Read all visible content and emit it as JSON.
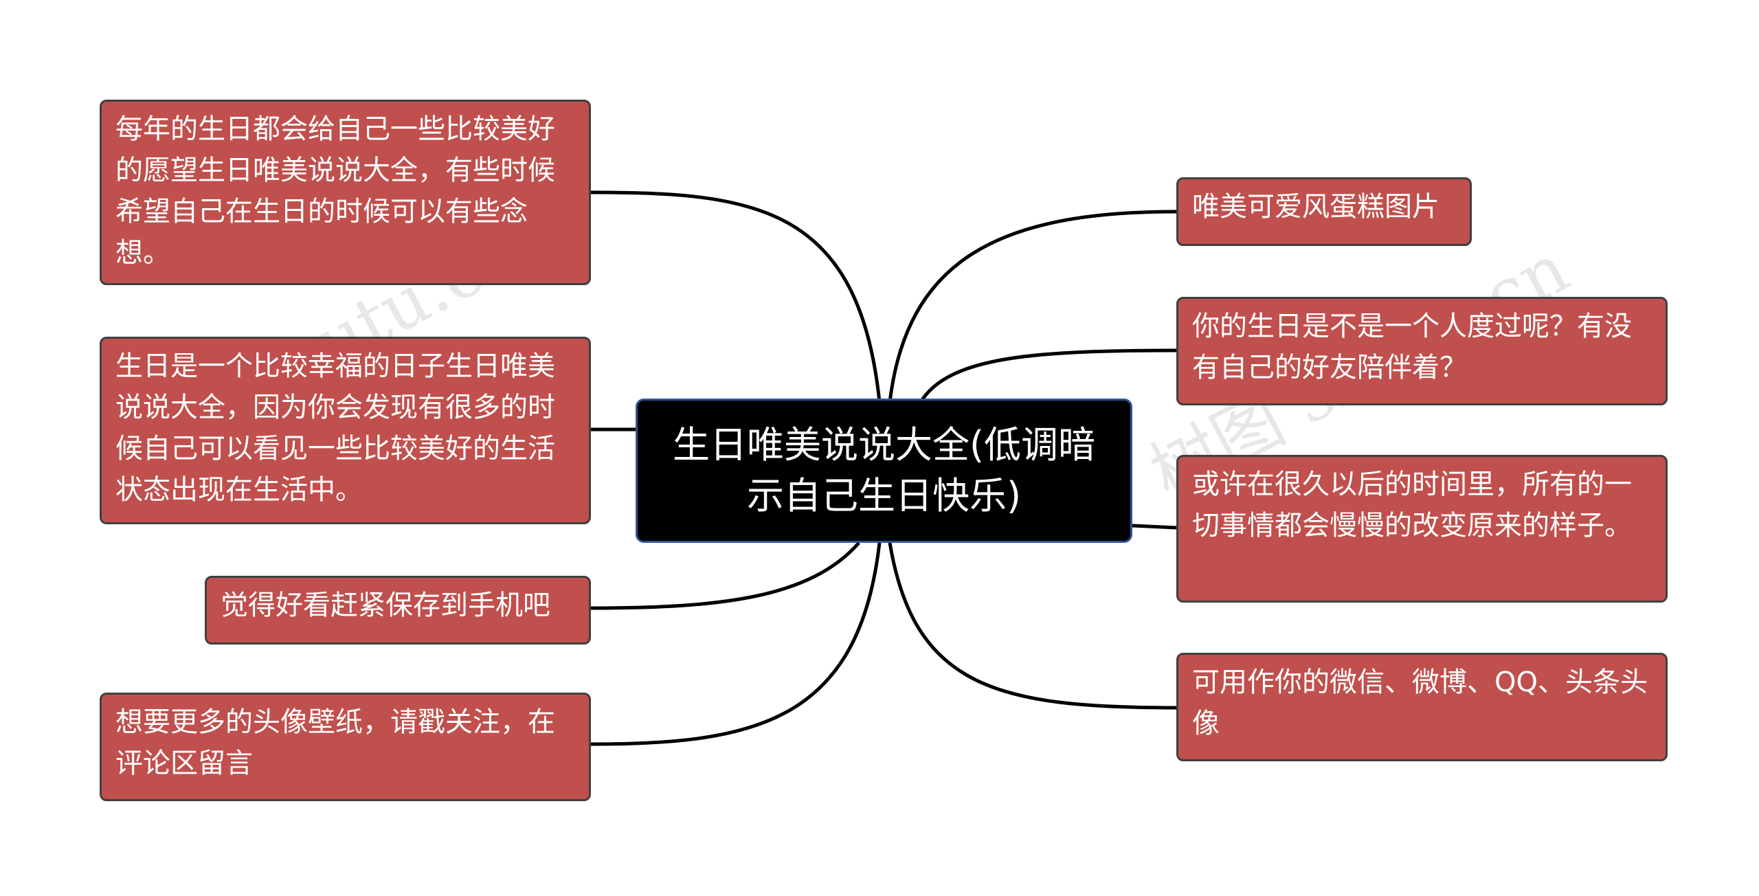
{
  "center": {
    "title": "生日唯美说说大全(低调暗示自己生日快乐)"
  },
  "left_nodes": [
    {
      "text": "每年的生日都会给自己一些比较美好的愿望生日唯美说说大全，有些时候希望自己在生日的时候可以有些念想。"
    },
    {
      "text": "生日是一个比较幸福的日子生日唯美说说大全，因为你会发现有很多的时候自己可以看见一些比较美好的生活状态出现在生活中。"
    },
    {
      "text": "觉得好看赶紧保存到手机吧"
    },
    {
      "text": "想要更多的头像壁纸，请戳关注，在评论区留言"
    }
  ],
  "right_nodes": [
    {
      "text": "唯美可爱风蛋糕图片"
    },
    {
      "text": "你的生日是不是一个人度过呢？有没有自己的好友陪伴着？"
    },
    {
      "text": "或许在很久以后的时间里，所有的一切事情都会慢慢的改变原来的样子。"
    },
    {
      "text": "可用作你的微信、微博、QQ、头条头像"
    }
  ],
  "colors": {
    "node_fill": "#c0504d",
    "center_fill": "#000000",
    "line": "#000000"
  }
}
